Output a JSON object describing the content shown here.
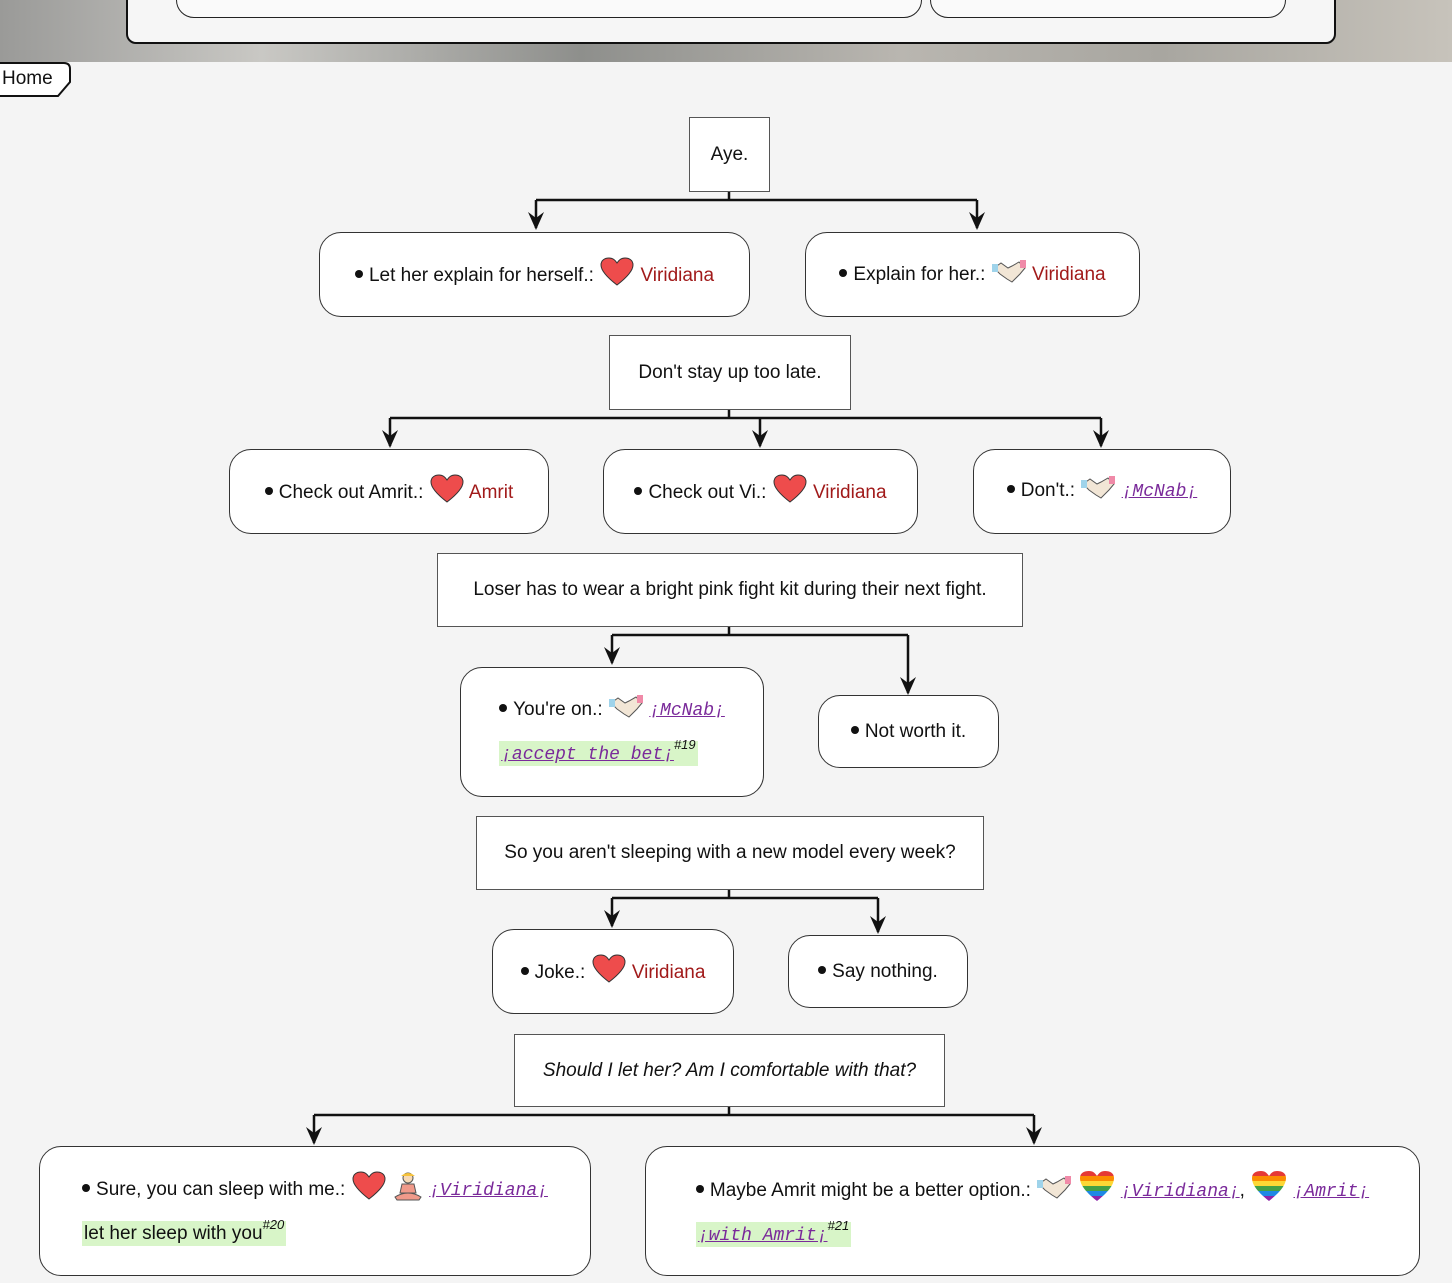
{
  "nav": {
    "home_label": "Home"
  },
  "nodes": {
    "n1": {
      "text": "Aye."
    },
    "n1_opt1": {
      "text": "Let her explain for herself.:",
      "icon": "heart-icon",
      "character": "Viridiana"
    },
    "n1_opt2": {
      "text": "Explain for her.:",
      "icon": "handshake-icon",
      "character": "Viridiana"
    },
    "n2": {
      "text": "Don't stay up too late."
    },
    "n2_opt1": {
      "text": "Check out Amrit.:",
      "icon": "heart-icon",
      "character": "Amrit"
    },
    "n2_opt2": {
      "text": "Check out Vi.:",
      "icon": "heart-icon",
      "character": "Viridiana"
    },
    "n2_opt3": {
      "text": "Don't.:",
      "icon": "handshake-icon",
      "link": "¡McNab¡"
    },
    "n3": {
      "text": "Loser has to wear a bright pink fight kit during their next fight."
    },
    "n3_opt1": {
      "text": "You're on.:",
      "icon": "handshake-icon",
      "link": "¡McNab¡",
      "flag": "¡accept the bet¡",
      "ref": "#19"
    },
    "n3_opt2": {
      "text": "Not worth it."
    },
    "n4": {
      "text": "So you aren't sleeping with a new model every week?"
    },
    "n4_opt1": {
      "text": "Joke.:",
      "icon": "heart-icon",
      "character": "Viridiana"
    },
    "n4_opt2": {
      "text": "Say nothing."
    },
    "n5": {
      "text": "Should I let her? Am I comfortable with that?"
    },
    "n5_opt1": {
      "text": "Sure, you can sleep with me.:",
      "icons": [
        "heart-icon",
        "meditating-person-icon"
      ],
      "link": "¡Viridiana¡",
      "flag": "let her sleep with you",
      "ref": "#20"
    },
    "n5_opt2": {
      "text": "Maybe Amrit might be a better option.:",
      "icons": [
        "handshake-icon",
        "rainbow-heart-icon"
      ],
      "link1": "¡Viridiana¡",
      "sep": ",",
      "link2": "¡Amrit¡",
      "flag": "¡with Amrit¡",
      "ref": "#21"
    }
  },
  "colors": {
    "character": "#a11a1a",
    "link": "#7a2a9a",
    "flag_bg": "#d8f5c8",
    "heart": "#e04848"
  }
}
